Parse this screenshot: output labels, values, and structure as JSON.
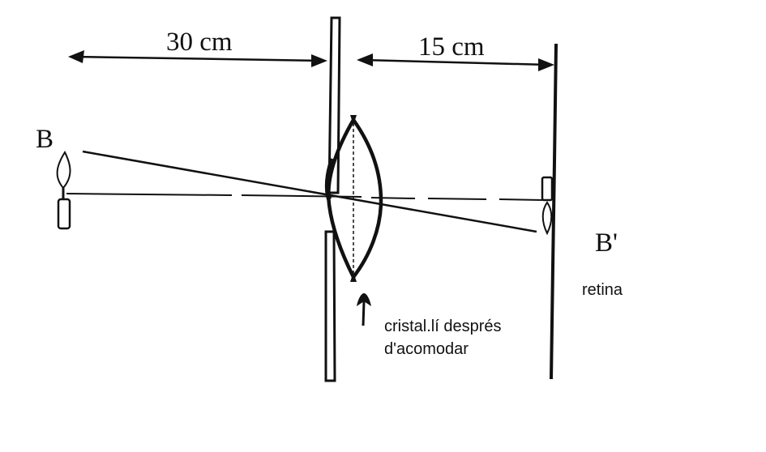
{
  "labels": {
    "distance_object": "30 cm",
    "distance_image": "15 cm",
    "object_point": "B",
    "image_point": "B'",
    "retina": "retina",
    "lens_caption_line1": "cristal.lí després",
    "lens_caption_line2": "d'acomodar"
  },
  "colors": {
    "ink": "#111111",
    "background": "#ffffff"
  }
}
